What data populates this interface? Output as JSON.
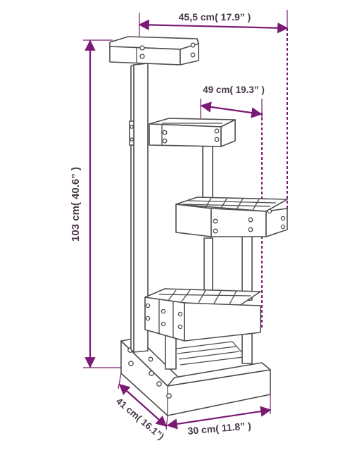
{
  "colors": {
    "dimension": "#7a1a72",
    "outline": "#4d4d4d",
    "text": "#4a3a4a",
    "background": "#ffffff"
  },
  "dimensions": {
    "top_width": "45,5 cm( 17.9” )",
    "platform_width": "49 cm( 19.3” )",
    "height": "103 cm( 40.6” )",
    "depth": "41 cm( 16.1”)",
    "base_width": "30 cm( 11.8” )"
  },
  "icons": [
    "bolt-icon",
    "arrow-icon"
  ]
}
